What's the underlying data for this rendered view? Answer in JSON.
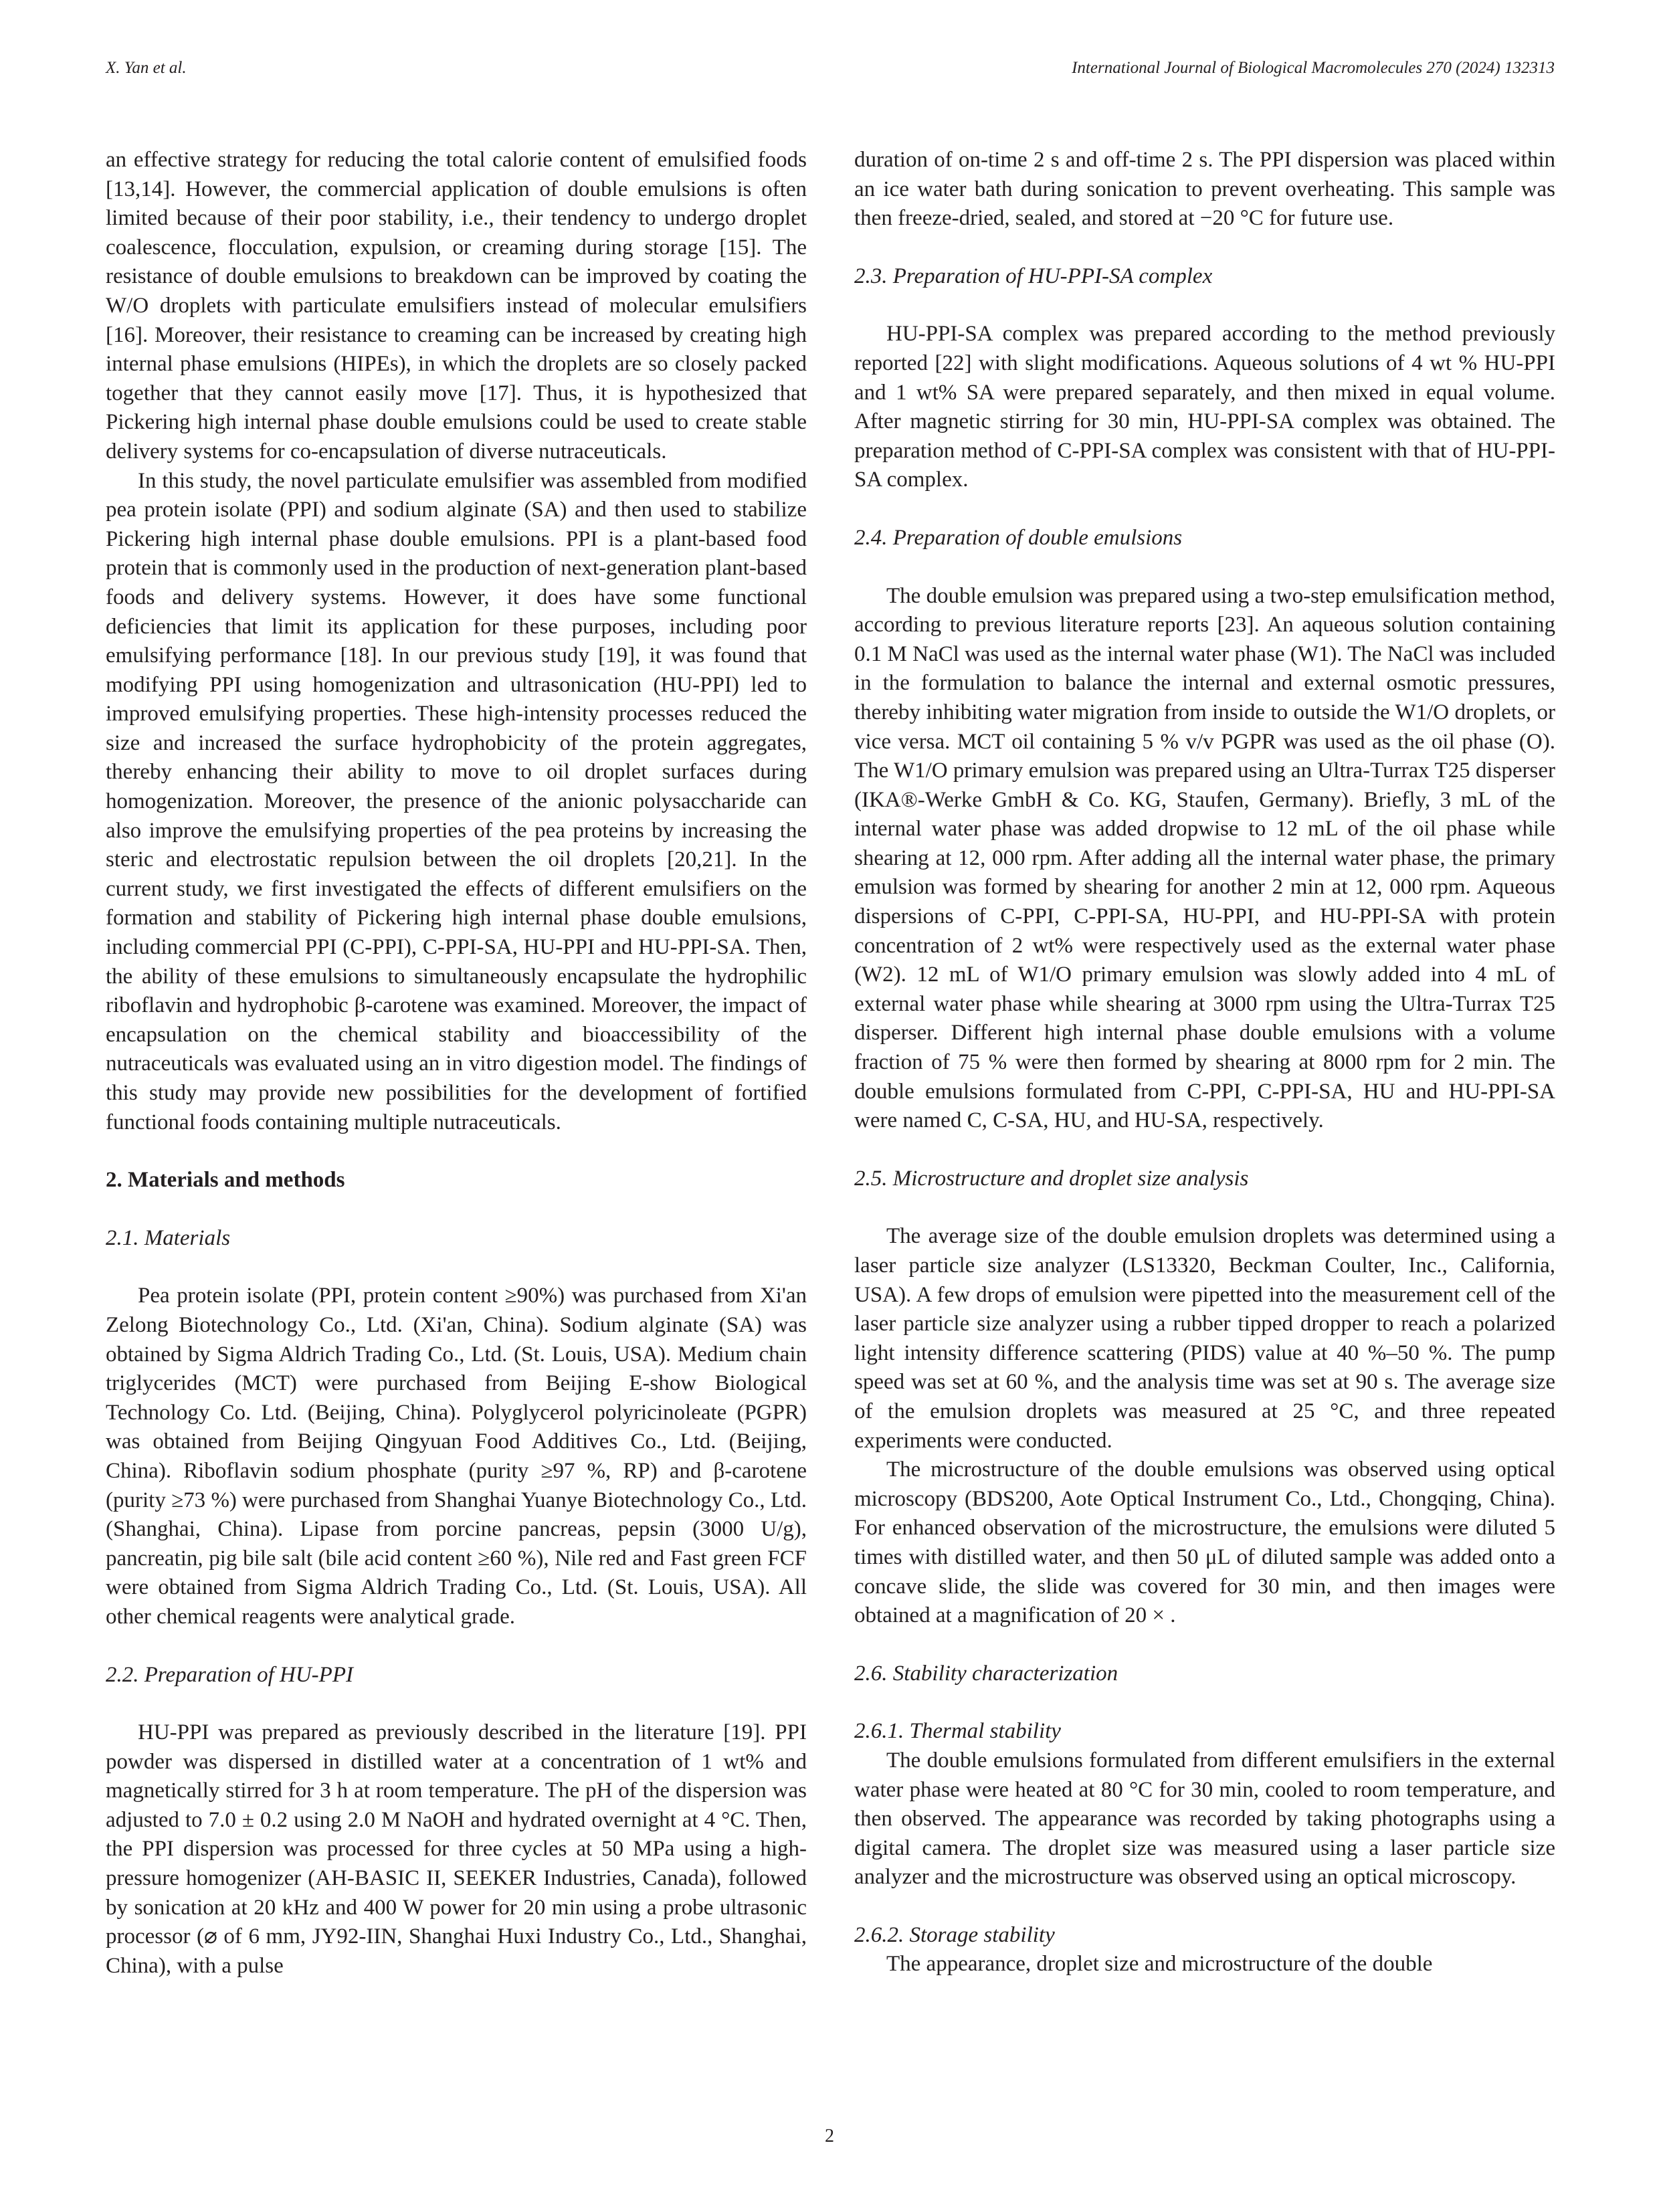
{
  "header": {
    "authors": "X. Yan et al.",
    "journal": "International Journal of Biological Macromolecules 270 (2024) 132313"
  },
  "left_column": [
    {
      "type": "p",
      "indent": false,
      "text": "an effective strategy for reducing the total calorie content of emulsified foods [13,14]. However, the commercial application of double emulsions is often limited because of their poor stability, i.e., their tendency to undergo droplet coalescence, flocculation, expulsion, or creaming during storage [15]. The resistance of double emulsions to breakdown can be improved by coating the W/O droplets with particulate emulsifiers instead of molecular emulsifiers [16]. Moreover, their resistance to creaming can be increased by creating high internal phase emulsions (HIPEs), in which the droplets are so closely packed together that they cannot easily move [17]. Thus, it is hypothesized that Pickering high internal phase double emulsions could be used to create stable delivery systems for co-encapsulation of diverse nutraceuticals."
    },
    {
      "type": "p",
      "indent": true,
      "text": "In this study, the novel particulate emulsifier was assembled from modified pea protein isolate (PPI) and sodium alginate (SA) and then used to stabilize Pickering high internal phase double emulsions. PPI is a plant-based food protein that is commonly used in the production of next-generation plant-based foods and delivery systems. However, it does have some functional deficiencies that limit its application for these purposes, including poor emulsifying performance [18]. In our previous study [19], it was found that modifying PPI using homogenization and ultrasonication (HU-PPI) led to improved emulsifying properties. These high-intensity processes reduced the size and increased the surface hydrophobicity of the protein aggregates, thereby enhancing their ability to move to oil droplet surfaces during homogenization. Moreover, the presence of the anionic polysaccharide can also improve the emulsifying properties of the pea proteins by increasing the steric and electrostatic repulsion between the oil droplets [20,21]. In the current study, we first investigated the effects of different emulsifiers on the formation and stability of Pickering high internal phase double emulsions, including commercial PPI (C-PPI), C-PPI-SA, HU-PPI and HU-PPI-SA. Then, the ability of these emulsions to simultaneously encapsulate the hydrophilic riboflavin and hydrophobic β-carotene was examined. Moreover, the impact of encapsulation on the chemical stability and bioaccessibility of the nutraceuticals was evaluated using an in vitro digestion model. The findings of this study may provide new possibilities for the development of fortified functional foods containing multiple nutraceuticals."
    },
    {
      "type": "sec",
      "text": "2.  Materials and methods"
    },
    {
      "type": "sub",
      "text": "2.1.  Materials"
    },
    {
      "type": "p",
      "indent": true,
      "text": "Pea protein isolate (PPI, protein content ≥90%) was purchased from Xi'an Zelong Biotechnology Co., Ltd. (Xi'an, China). Sodium alginate (SA) was obtained by Sigma Aldrich Trading Co., Ltd. (St. Louis, USA). Medium chain triglycerides (MCT) were purchased from Beijing E-show Biological Technology Co. Ltd. (Beijing, China). Polyglycerol polyricinoleate (PGPR) was obtained from Beijing Qingyuan Food Additives Co., Ltd. (Beijing, China). Riboflavin sodium phosphate (purity ≥97 %, RP) and β-carotene (purity ≥73 %) were purchased from Shanghai Yuanye Biotechnology Co., Ltd. (Shanghai, China). Lipase from porcine pancreas, pepsin (3000 U/g), pancreatin, pig bile salt (bile acid content ≥60 %), Nile red and Fast green FCF were obtained from Sigma Aldrich Trading Co., Ltd. (St. Louis, USA). All other chemical reagents were analytical grade."
    },
    {
      "type": "sub",
      "text": "2.2.  Preparation of HU-PPI"
    },
    {
      "type": "p",
      "indent": true,
      "text": "HU-PPI was prepared as previously described in the literature [19]. PPI powder was dispersed in distilled water at a concentration of 1 wt% and magnetically stirred for 3 h at room temperature. The pH of the dispersion was adjusted to 7.0 ± 0.2 using 2.0 M NaOH and hydrated overnight at 4 °C. Then, the PPI dispersion was processed for three cycles at 50 MPa using a high-pressure homogenizer (AH-BASIC II, SEEKER Industries, Canada), followed by sonication at 20 kHz and 400 W power for 20 min using a probe ultrasonic processor (⌀ of 6 mm, JY92-IIN, Shanghai Huxi Industry Co., Ltd., Shanghai, China), with a pulse"
    }
  ],
  "right_column": [
    {
      "type": "p",
      "indent": false,
      "text": "duration of on-time 2 s and off-time 2 s. The PPI dispersion was placed within an ice water bath during sonication to prevent overheating. This sample was then freeze-dried, sealed, and stored at −20 °C for future use."
    },
    {
      "type": "sub",
      "text": "2.3.  Preparation of HU-PPI-SA complex"
    },
    {
      "type": "p",
      "indent": true,
      "text": "HU-PPI-SA complex was prepared according to the method previously reported [22] with slight modifications. Aqueous solutions of 4 wt % HU-PPI and 1 wt% SA were prepared separately, and then mixed in equal volume. After magnetic stirring for 30 min, HU-PPI-SA complex was obtained. The preparation method of C-PPI-SA complex was consistent with that of HU-PPI-SA complex."
    },
    {
      "type": "sub",
      "text": "2.4.  Preparation of double emulsions"
    },
    {
      "type": "p",
      "indent": true,
      "text": "The double emulsion was prepared using a two-step emulsification method, according to previous literature reports [23]. An aqueous solution containing 0.1 M NaCl was used as the internal water phase (W1). The NaCl was included in the formulation to balance the internal and external osmotic pressures, thereby inhibiting water migration from inside to outside the W1/O droplets, or vice versa. MCT oil containing 5 % v/v PGPR was used as the oil phase (O). The W1/O primary emulsion was prepared using an Ultra-Turrax T25 disperser (IKA®-Werke GmbH & Co. KG, Staufen, Germany). Briefly, 3 mL of the internal water phase was added dropwise to 12 mL of the oil phase while shearing at 12, 000 rpm. After adding all the internal water phase, the primary emulsion was formed by shearing for another 2 min at 12, 000 rpm. Aqueous dispersions of C-PPI, C-PPI-SA, HU-PPI, and HU-PPI-SA with protein concentration of 2 wt% were respectively used as the external water phase (W2). 12 mL of W1/O primary emulsion was slowly added into 4 mL of external water phase while shearing at 3000 rpm using the Ultra-Turrax T25 disperser. Different high internal phase double emulsions with a volume fraction of 75 % were then formed by shearing at 8000 rpm for 2 min. The double emulsions formulated from C-PPI, C-PPI-SA, HU and HU-PPI-SA were named C, C-SA, HU, and HU-SA, respectively."
    },
    {
      "type": "sub",
      "text": "2.5.  Microstructure and droplet size analysis"
    },
    {
      "type": "p",
      "indent": true,
      "text": "The average size of the double emulsion droplets was determined using a laser particle size analyzer (LS13320, Beckman Coulter, Inc., California, USA). A few drops of emulsion were pipetted into the measurement cell of the laser particle size analyzer using a rubber tipped dropper to reach a polarized light intensity difference scattering (PIDS) value at 40 %–50 %. The pump speed was set at 60 %, and the analysis time was set at 90 s. The average size of the emulsion droplets was measured at 25 °C, and three repeated experiments were conducted."
    },
    {
      "type": "p",
      "indent": true,
      "text": "The microstructure of the double emulsions was observed using optical microscopy (BDS200, Aote Optical Instrument Co., Ltd., Chongqing, China). For enhanced observation of the microstructure, the emulsions were diluted 5 times with distilled water, and then 50 μL of diluted sample was added onto a concave slide, the slide was covered for 30 min, and then images were obtained at a magnification of 20 × ."
    },
    {
      "type": "sub",
      "text": "2.6.  Stability characterization"
    },
    {
      "type": "subsub",
      "text": "2.6.1.  Thermal stability"
    },
    {
      "type": "p",
      "indent": true,
      "text": "The double emulsions formulated from different emulsifiers in the external water phase were heated at 80 °C for 30 min, cooled to room temperature, and then observed. The appearance was recorded by taking photographs using a digital camera. The droplet size was measured using a laser particle size analyzer and the microstructure was observed using an optical microscopy."
    },
    {
      "type": "subsub",
      "text": "2.6.2.  Storage stability"
    },
    {
      "type": "p",
      "indent": true,
      "text": "The appearance, droplet size and microstructure of the double"
    }
  ],
  "footer": {
    "page_number": "2"
  }
}
